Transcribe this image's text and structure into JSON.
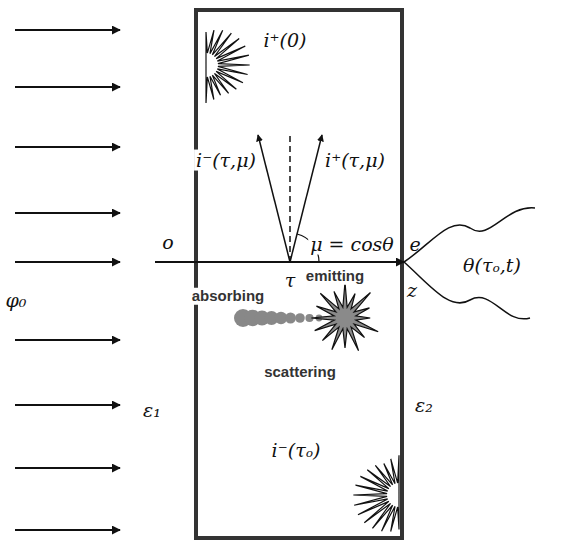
{
  "diagram": {
    "labels": [
      "φ₀",
      "o",
      "τ",
      "z",
      "e",
      "θ(τₒ,t)",
      "ε₁",
      "ε₂",
      "i⁺(0)",
      "i⁻(τ,μ)",
      "i⁺(τ,μ)",
      "μ = cosθ",
      "absorbing",
      "emitting",
      "scattering",
      "i⁻(τₒ)"
    ]
  }
}
